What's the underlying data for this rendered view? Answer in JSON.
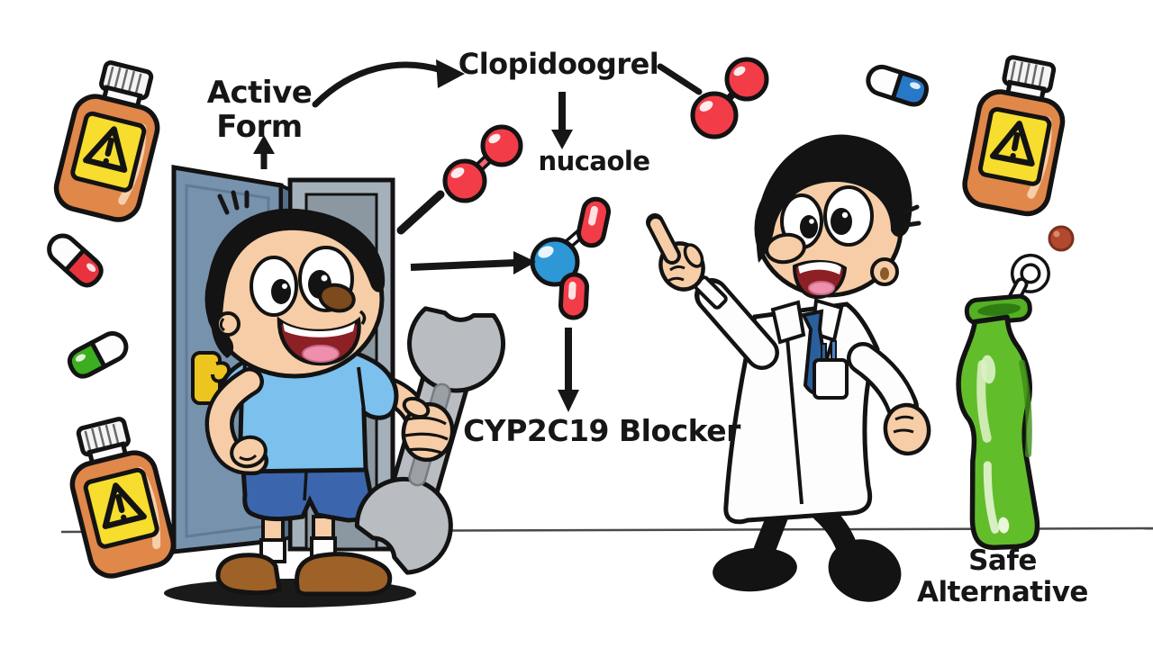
{
  "illustration": {
    "scene_description": "Cartoon pharmacology scene: boy with wrench by an open door, doctor pointing, warning pill bottles, capsules, drug molecules and a green bottle",
    "labels": {
      "active_form_line1": "Active",
      "active_form_line2": "Form",
      "drug_name": "Clopidoogrel",
      "metabolite": "nucaole",
      "enzyme_blocker": "CYP2C19 Blocker",
      "safe_line1": "Safe",
      "safe_line2": "Alternative"
    },
    "icons": [
      "warning-pill-bottle-icon",
      "red-white-capsule-icon",
      "green-white-capsule-icon",
      "blue-white-capsule-icon",
      "red-molecule-icon",
      "metabolite-molecule-icon",
      "wrench-icon",
      "door-icon",
      "green-bottle-icon",
      "arrow-icon"
    ],
    "theme": {
      "background": "#ffffff",
      "text_color": "#161616",
      "ink": "#131313",
      "door_blue": "#7792ac",
      "handle_yellow": "#ecc51f",
      "shirt_blue": "#7cc0ee",
      "shorts_blue": "#3b66ad",
      "skin_tone": "#f6cda6",
      "shoe_brown": "#9e6128",
      "coat_white": "#fdfdfd",
      "tie_blue": "#2a5f9e",
      "wrench_gray": "#b9bdc1",
      "bottle_orange": "#e0874a",
      "warning_yellow": "#f6dd2e",
      "capsule_red": "#e8333f",
      "capsule_green": "#3cae20",
      "capsule_blue": "#2878c8",
      "molecule_red": "#f23c47",
      "molecule_blue": "#2e97d6",
      "green_bottle": "#62bd2a"
    }
  }
}
